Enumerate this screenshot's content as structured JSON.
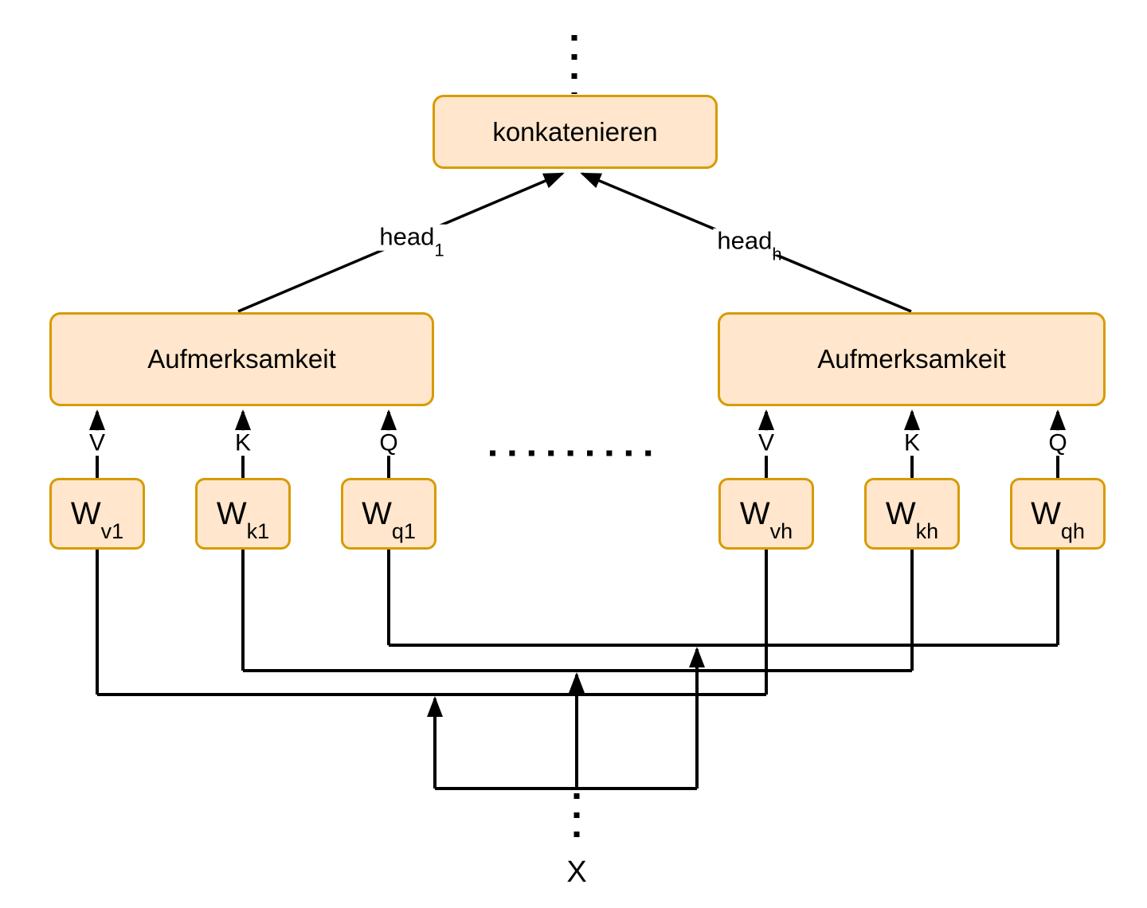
{
  "colors": {
    "background": "#FFFFFF",
    "node_fill": "#FFE6CC",
    "node_border": "#D79B00",
    "connector": "#000000",
    "text": "#000000"
  },
  "nodes": {
    "concatenate": "konkatenieren",
    "attention_left": "Aufmerksamkeit",
    "attention_right": "Aufmerksamkeit",
    "input": "X"
  },
  "edge_labels": {
    "head_left": {
      "base": "head",
      "sub": "1"
    },
    "head_right": {
      "base": "head",
      "sub": "h"
    }
  },
  "weights": [
    {
      "base": "W",
      "sub": "v1"
    },
    {
      "base": "W",
      "sub": "k1"
    },
    {
      "base": "W",
      "sub": "q1"
    },
    {
      "base": "W",
      "sub": "vh"
    },
    {
      "base": "W",
      "sub": "kh"
    },
    {
      "base": "W",
      "sub": "qh"
    }
  ],
  "vkq": {
    "left": [
      "V",
      "K",
      "Q"
    ],
    "right": [
      "V",
      "K",
      "Q"
    ]
  }
}
